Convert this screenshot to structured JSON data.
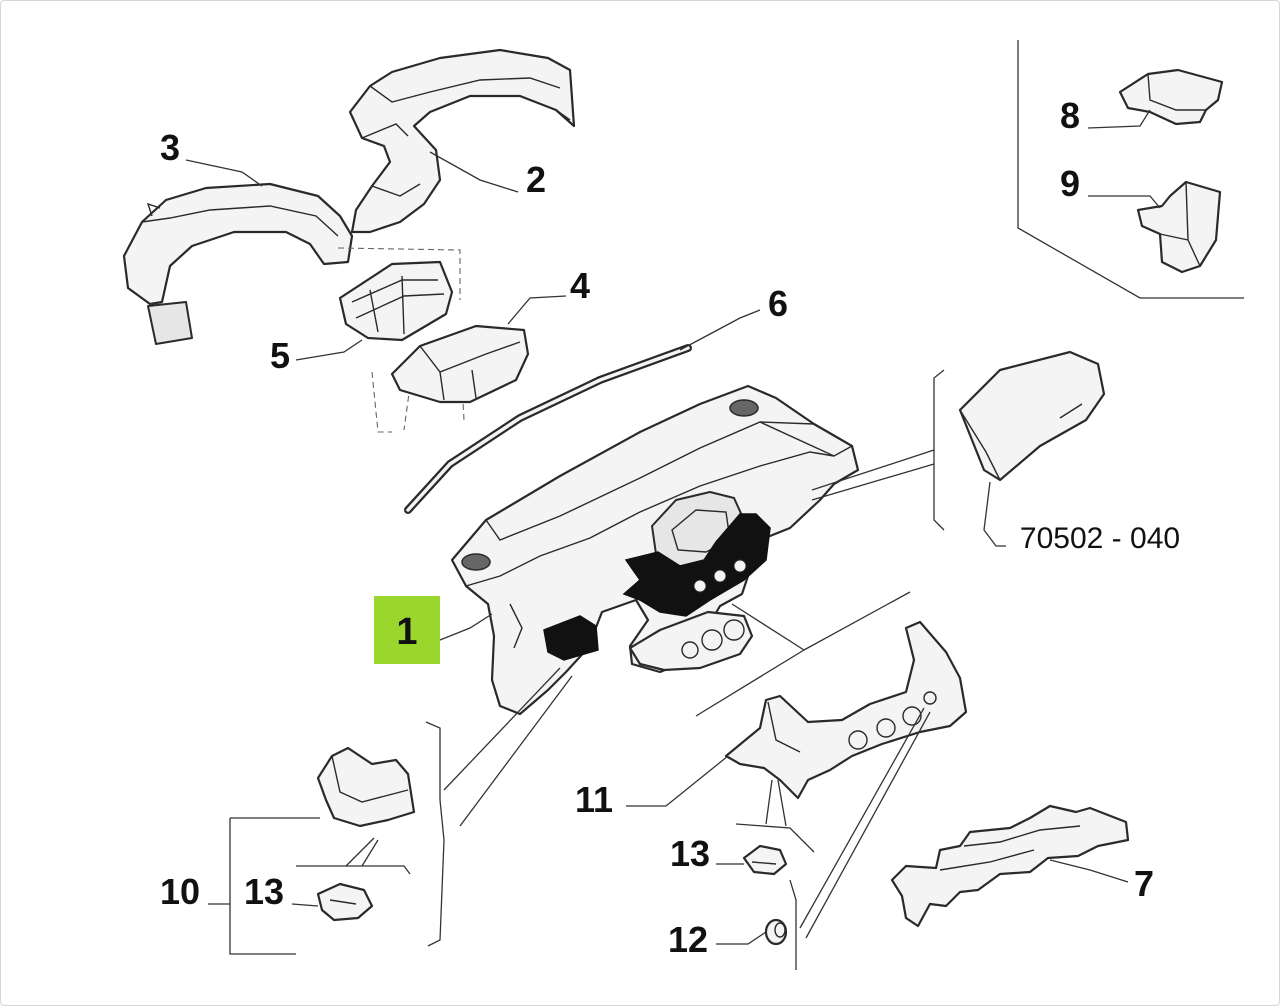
{
  "diagram": {
    "callouts": [
      {
        "id": "1",
        "text": "1",
        "highlight": true
      },
      {
        "id": "2",
        "text": "2"
      },
      {
        "id": "3",
        "text": "3"
      },
      {
        "id": "4",
        "text": "4"
      },
      {
        "id": "5",
        "text": "5"
      },
      {
        "id": "6",
        "text": "6"
      },
      {
        "id": "7",
        "text": "7"
      },
      {
        "id": "8",
        "text": "8"
      },
      {
        "id": "9",
        "text": "9"
      },
      {
        "id": "10",
        "text": "10"
      },
      {
        "id": "11",
        "text": "11"
      },
      {
        "id": "12",
        "text": "12"
      },
      {
        "id": "13a",
        "text": "13"
      },
      {
        "id": "13b",
        "text": "13"
      }
    ],
    "reference": "70502 - 040",
    "colors": {
      "highlight": "#9ad62c",
      "line": "#2a2a2a",
      "part_fill": "#f4f4f4"
    }
  }
}
